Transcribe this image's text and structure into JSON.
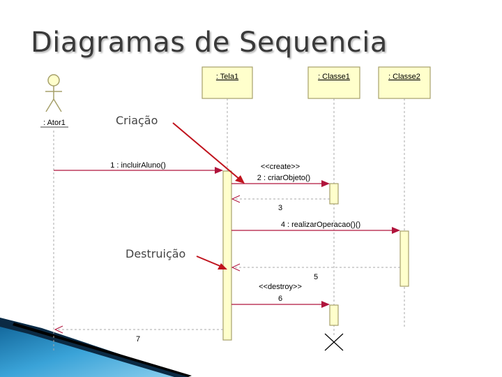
{
  "slide": {
    "title": "Diagramas de Sequencia"
  },
  "actor": {
    "label": ": Ator1"
  },
  "objects": [
    {
      "label": ": Tela1"
    },
    {
      "label": ": Classe1"
    },
    {
      "label": ": Classe2"
    }
  ],
  "messages": {
    "m1": "1 : incluirAluno()",
    "m2_stereotype": "<<create>>",
    "m2": "2 : criarObjeto()",
    "m3": "3",
    "m4": "4 : realizarOperacao()()",
    "m5": "5",
    "m6_stereotype": "<<destroy>>",
    "m6": "6",
    "m7": "7"
  },
  "annotations": {
    "creation": "Criação",
    "destruction": "Destruição"
  },
  "colors": {
    "lifeline_box": "#ffffcc",
    "activation": "#ffffcc",
    "border": "#a6a06a",
    "message": "#b0143c",
    "return": "#b0143c",
    "annotation_arrow": "#c0141e",
    "corner_decoration": "#2a8fc9"
  }
}
